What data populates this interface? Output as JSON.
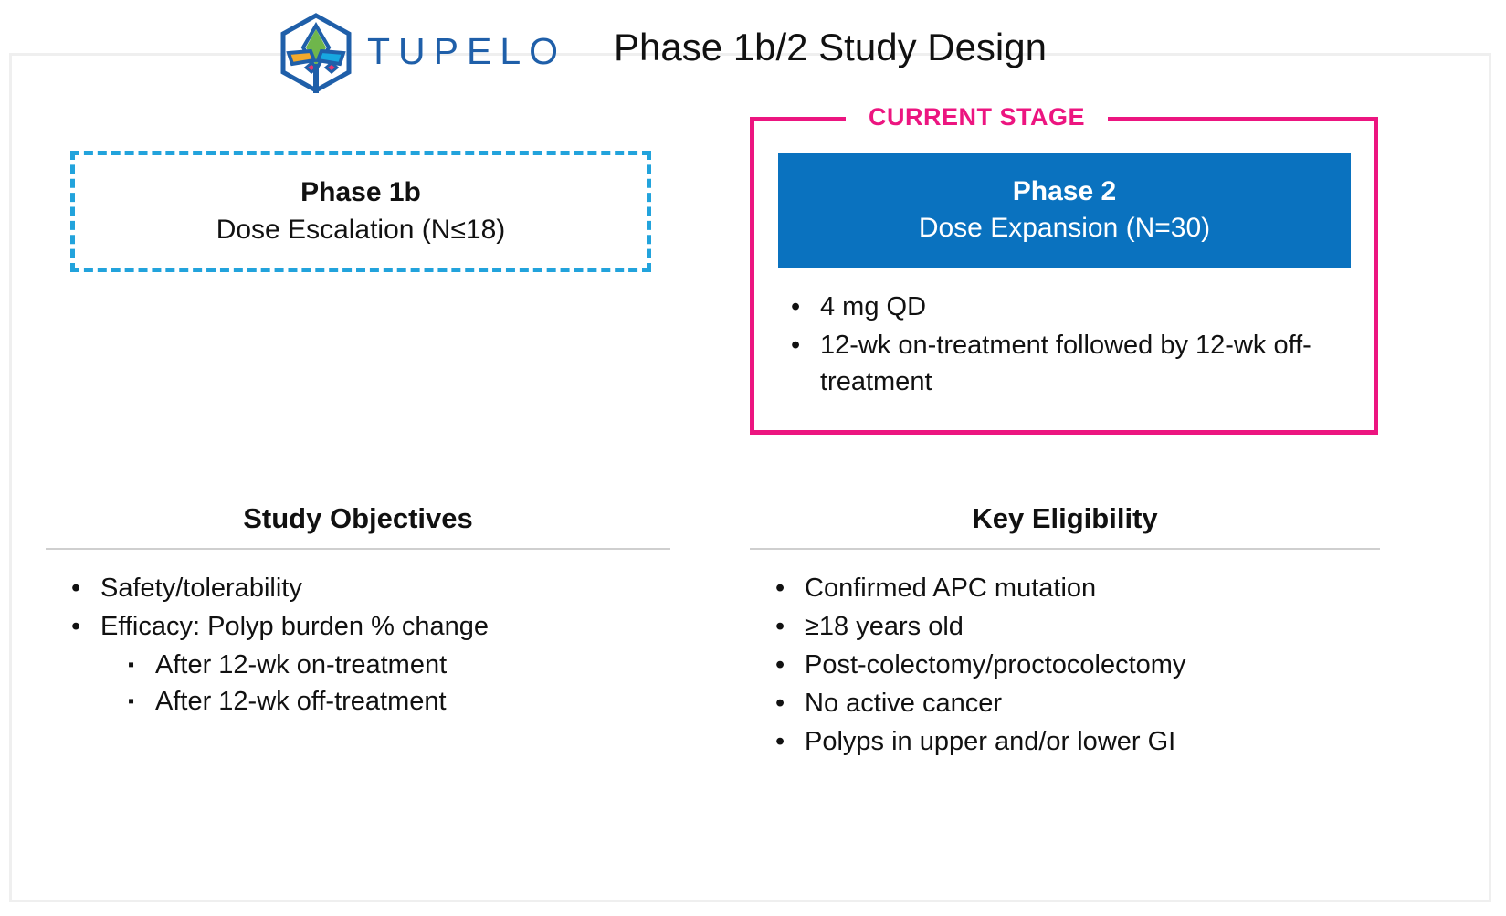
{
  "header": {
    "logo_word": "TUPELO",
    "logo_icon": "tupelo-hexagon-leaf-logo",
    "title": "Phase 1b/2 Study Design"
  },
  "phase1b": {
    "title": "Phase 1b",
    "subtitle": "Dose Escalation (N≤18)"
  },
  "current_stage": {
    "label": "CURRENT STAGE",
    "phase2_title": "Phase 2",
    "phase2_subtitle": "Dose Expansion (N=30)",
    "bullet_marker": "•",
    "bullets": [
      "4 mg QD",
      "12-wk on-treatment followed by 12-wk off-treatment"
    ]
  },
  "study_objectives": {
    "heading": "Study Objectives",
    "bullet_marker": "•",
    "sub_marker": "▪",
    "items": [
      {
        "text": "Safety/tolerability",
        "level": 1
      },
      {
        "text": "Efficacy: Polyp burden % change",
        "level": 1
      },
      {
        "text": "After 12-wk on-treatment",
        "level": 2
      },
      {
        "text": "After 12-wk off-treatment",
        "level": 2
      }
    ]
  },
  "key_eligibility": {
    "heading": "Key Eligibility",
    "bullet_marker": "•",
    "items": [
      "Confirmed APC mutation",
      "≥18 years old",
      "Post-colectomy/proctocolectomy",
      "No active cancer",
      "Polyps in upper and/or lower GI"
    ]
  },
  "colors": {
    "brand_blue": "#1F5FA9",
    "phase2_blue": "#0A72BF",
    "dashed_blue": "#22A3DC",
    "current_stage_pink": "#EC1580",
    "rule_gray": "#CFCFCF",
    "slide_border": "#EFEFEF"
  }
}
